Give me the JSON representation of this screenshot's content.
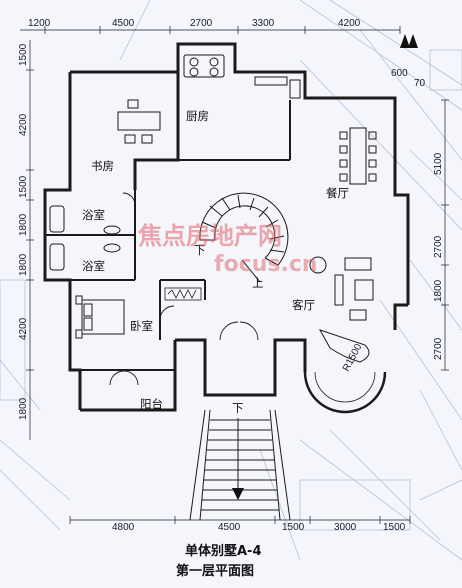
{
  "dimensions": {
    "top": [
      "1200",
      "4500",
      "2700",
      "3300",
      "4200"
    ],
    "top_right": [
      "600",
      "70"
    ],
    "left": [
      "1500",
      "4200",
      "1500",
      "1800",
      "1800",
      "4200",
      "1800"
    ],
    "right": [
      "5100",
      "2700",
      "1800",
      "2700"
    ],
    "bottom": [
      "4800",
      "4500",
      "1500",
      "3000",
      "1500"
    ]
  },
  "rooms": {
    "kitchen": "厨房",
    "study": "书房",
    "bath_upper": "浴室",
    "bath_lower": "浴室",
    "dining": "餐厅",
    "living": "客厅",
    "bedroom": "卧室",
    "balcony": "阳台"
  },
  "stairs": {
    "down_spiral": "下",
    "up_spiral": "上",
    "down_entry": "下"
  },
  "annotations": {
    "bay_radius": "R1500"
  },
  "watermark": {
    "line1": "焦点房地产网",
    "line2": "focus.cn"
  },
  "caption": {
    "line1": "单体别墅A-4",
    "line2": "第一层平面图"
  },
  "colors": {
    "background": "#f4f6fb",
    "wall": "#1b1b1b",
    "sketch_lines": "#b9c0d8",
    "watermark": "#e0636b"
  }
}
